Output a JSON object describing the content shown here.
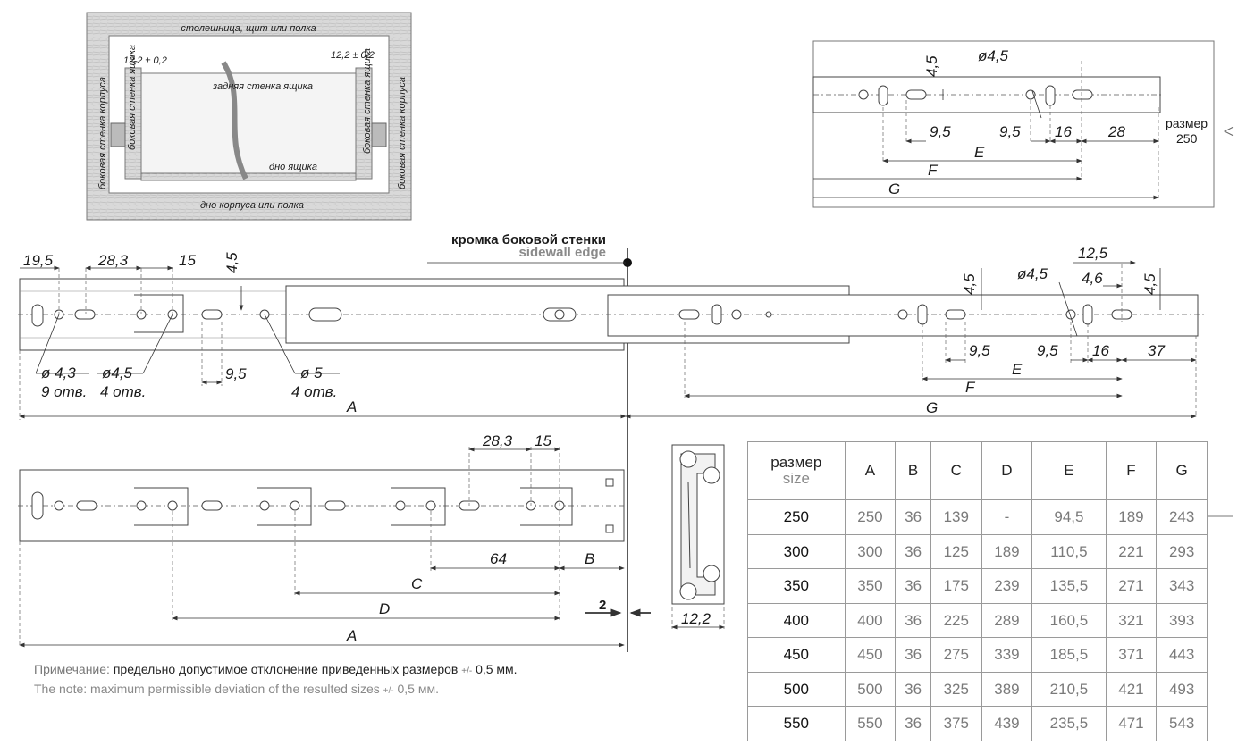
{
  "cabinet_view": {
    "top_label": "столешница, щит или полка",
    "bottom_label": "дно корпуса или полка",
    "back_label": "задняя стенка ящика",
    "drawer_bottom_label": "дно ящика",
    "side_cabinet_label": "боковая стенка корпуса",
    "side_drawer_label": "боковая стенка ящика",
    "gap_left": "12,2 ± 0,2",
    "gap_right": "12,2 ± 0,2"
  },
  "sidewall_edge": {
    "ru": "кромка боковой стенки",
    "en": "sidewall edge"
  },
  "inset_top": {
    "hole": "ø4,5",
    "height": "4,5",
    "dims": [
      "9,5",
      "9,5",
      "16",
      "28"
    ],
    "lines": [
      "E",
      "F",
      "G"
    ],
    "size_label": "размер",
    "size_value": "250"
  },
  "main_rail": {
    "dims_top": [
      "19,5",
      "28,3",
      "15",
      "4,5"
    ],
    "holes": [
      {
        "d": "ø 4,3",
        "count": "9 отв."
      },
      {
        "d": "ø4,5",
        "count": "4 отв."
      },
      {
        "d": "ø 5",
        "count": "4 отв."
      }
    ],
    "dim_bottom": "9,5",
    "length": "A"
  },
  "extension": {
    "hole": "ø4,5",
    "dims_top": [
      "12,5",
      "4,6",
      "4,5",
      "4,5"
    ],
    "dims_bottom": [
      "9,5",
      "9,5",
      "16",
      "37"
    ],
    "lines": [
      "E",
      "F",
      "G"
    ]
  },
  "lower_rail": {
    "dims_top": [
      "28,3",
      "15"
    ],
    "dims": [
      "64",
      "B",
      "C",
      "D",
      "A"
    ],
    "gap": "2"
  },
  "profile": {
    "width": "12,2"
  },
  "notes": {
    "ru_label": "Примечание:",
    "ru_text": "предельно допустимое отклонение приведенных размеров",
    "ru_tol": "+/-",
    "ru_val": "0,5 мм.",
    "en_label": "The note:",
    "en_text": "maximum permissible deviation of the resulted sizes",
    "en_tol": "+/-",
    "en_val": "0,5 мм."
  },
  "table": {
    "header_size": "размер",
    "header_size_en": "size",
    "columns": [
      "A",
      "B",
      "C",
      "D",
      "E",
      "F",
      "G"
    ],
    "rows": [
      [
        "250",
        "250",
        "36",
        "139",
        "-",
        "94,5",
        "189",
        "243"
      ],
      [
        "300",
        "300",
        "36",
        "125",
        "189",
        "110,5",
        "221",
        "293"
      ],
      [
        "350",
        "350",
        "36",
        "175",
        "239",
        "135,5",
        "271",
        "343"
      ],
      [
        "400",
        "400",
        "36",
        "225",
        "289",
        "160,5",
        "321",
        "393"
      ],
      [
        "450",
        "450",
        "36",
        "275",
        "339",
        "185,5",
        "371",
        "443"
      ],
      [
        "500",
        "500",
        "36",
        "325",
        "389",
        "210,5",
        "421",
        "493"
      ],
      [
        "550",
        "550",
        "36",
        "375",
        "439",
        "235,5",
        "471",
        "543"
      ]
    ]
  }
}
